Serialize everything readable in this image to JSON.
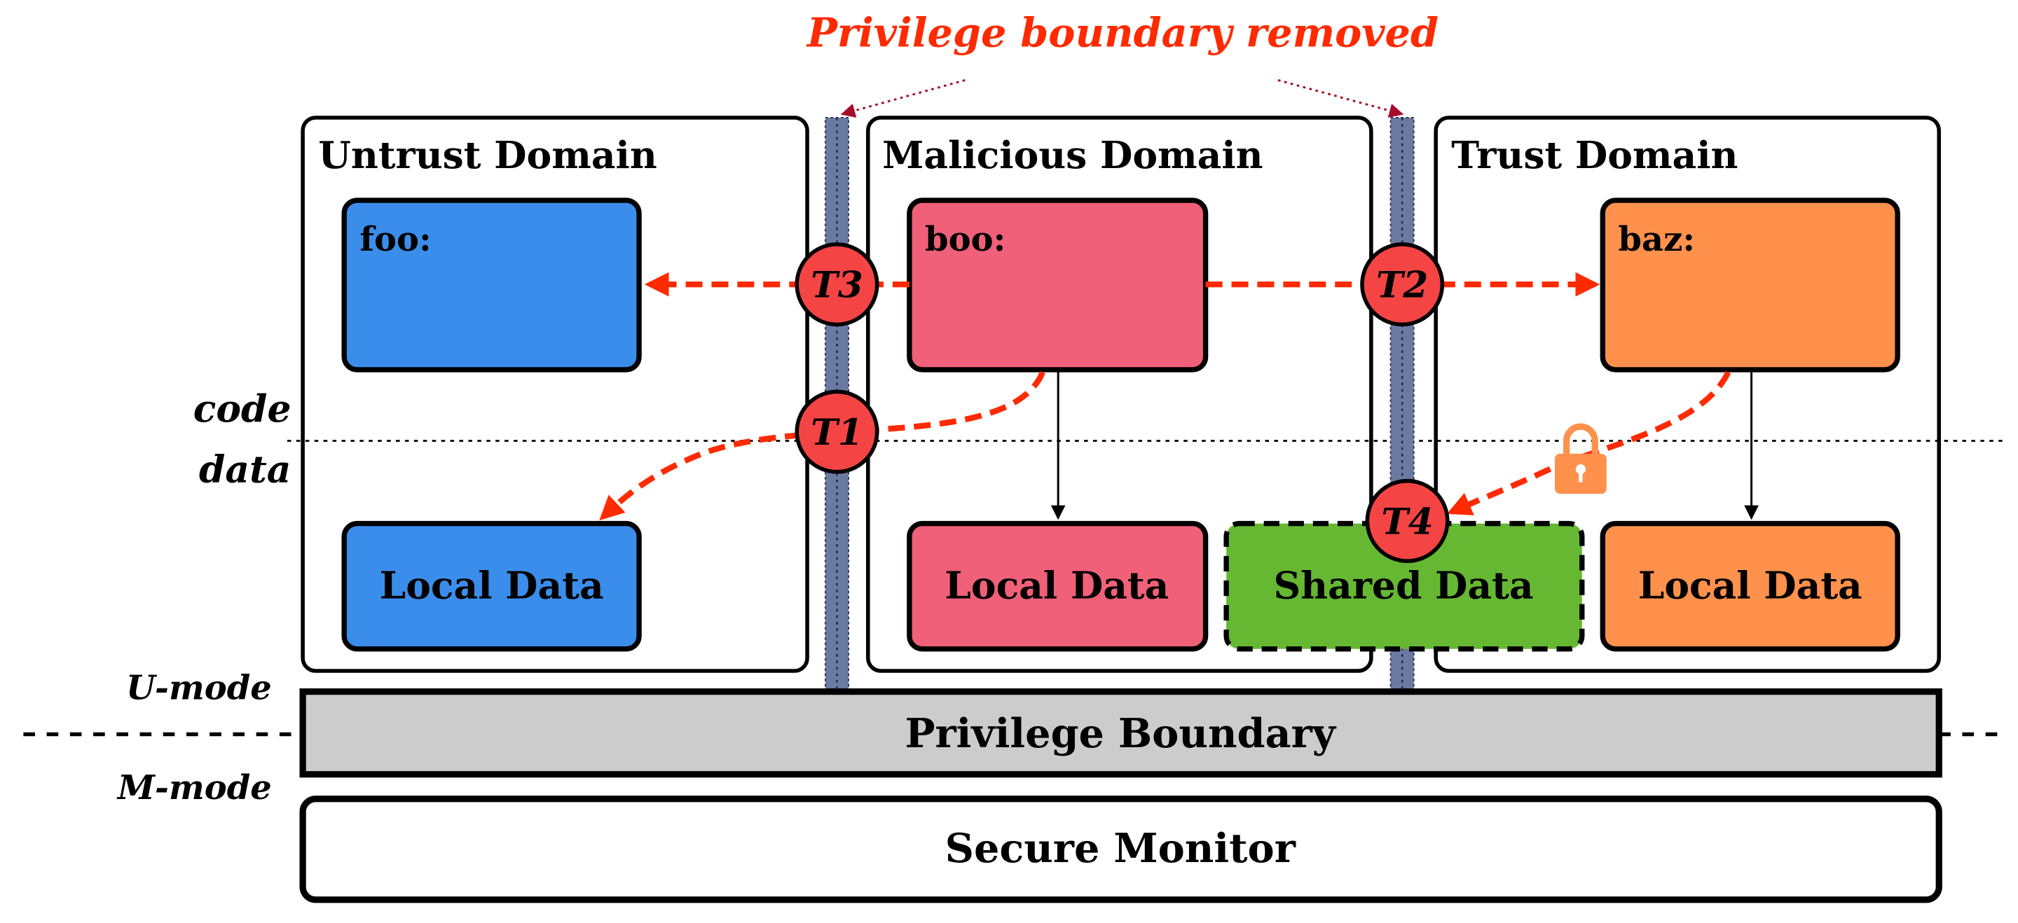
{
  "title": "Privilege boundary removed",
  "domains": {
    "untrust": {
      "label": "Untrust Domain",
      "code_box": "foo:",
      "data_box": "Local Data"
    },
    "malicious": {
      "label": "Malicious Domain",
      "code_box": "boo:",
      "data_box": "Local Data"
    },
    "trust": {
      "label": "Trust Domain",
      "code_box": "baz:",
      "data_box": "Local Data"
    }
  },
  "shared_data": "Shared Data",
  "threats": {
    "t1": "T1",
    "t2": "T2",
    "t3": "T3",
    "t4": "T4"
  },
  "layers": {
    "code": "code",
    "data": "data",
    "u_mode": "U-mode",
    "m_mode": "M-mode",
    "privilege_boundary": "Privilege Boundary",
    "secure_monitor": "Secure Monitor"
  },
  "colors": {
    "untrust": "#3b8deb",
    "malicious": "#f06078",
    "trust": "#ff914d",
    "shared": "#66b833",
    "threat": "#f44444",
    "attack_arrow": "#ff2a00",
    "title": "#ff2a00",
    "pointer": "#a50d2a",
    "bar": "#6b7aa1",
    "boundary_fill": "#cccccc",
    "lock": "#ff914d"
  }
}
